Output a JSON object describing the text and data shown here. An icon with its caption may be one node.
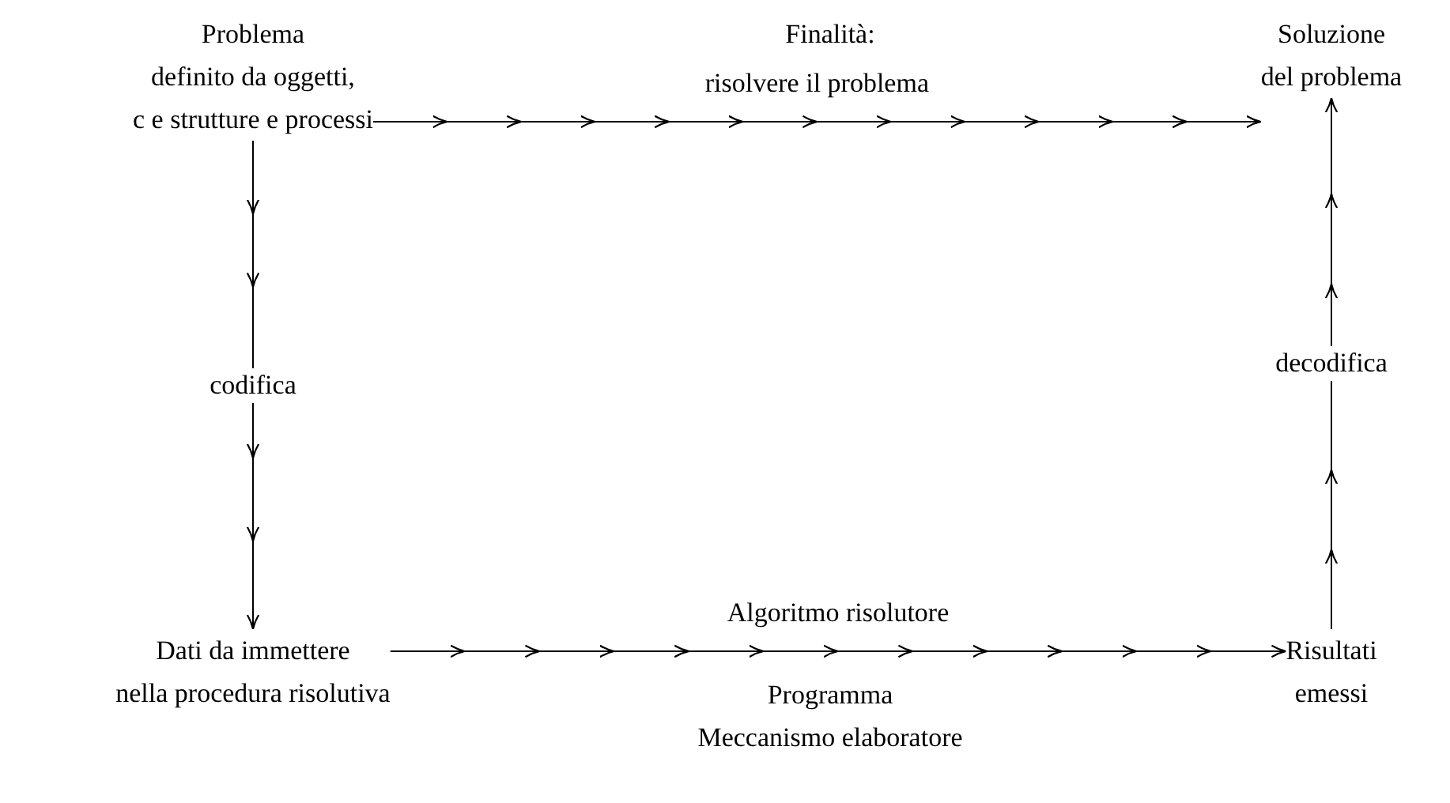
{
  "diagram": {
    "nodes": [
      {
        "text": [
          "Problema",
          "definito da oggetti,",
          "c e strutture e processi"
        ]
      },
      {
        "text": [
          "Soluzione",
          "del problema"
        ]
      },
      {
        "text": [
          "Dati da immettere",
          "nella procedura risolutiva"
        ]
      },
      {
        "text": [
          "Risultati",
          "emessi"
        ]
      }
    ],
    "edges": [
      {
        "from": 0,
        "to": 1,
        "arrow": "to",
        "label": "risolvere il problema"
      },
      {
        "from": 0,
        "to": 2,
        "arrow": "to",
        "label": "codifica"
      },
      {
        "from": 2,
        "to": 3,
        "arrow": "to",
        "label": "Algoritmo risolutore"
      },
      {
        "from": 3,
        "to": 1,
        "arrow": "to",
        "label": "decodifica"
      }
    ],
    "labels": [
      "Finalità:",
      "Programma",
      "Meccanismo elaboratore"
    ]
  }
}
